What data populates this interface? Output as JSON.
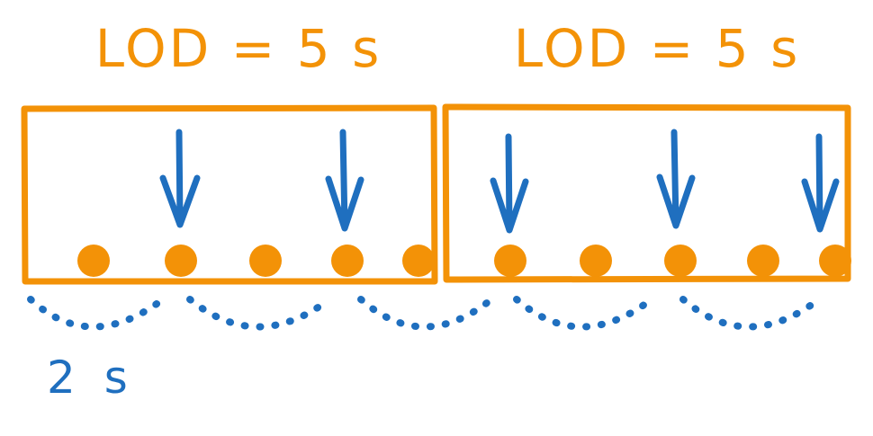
{
  "colors": {
    "window": "#f39207",
    "sample": "#f39207",
    "arrow": "#1f6fbf",
    "interval": "#1f6fbf",
    "background": "#ffffff"
  },
  "windows": [
    {
      "label": "LOD = 5 s"
    },
    {
      "label": "LOD = 5 s"
    }
  ],
  "interval": {
    "label": "2 s"
  },
  "sample_count": 10,
  "arrow_count": 5,
  "interval_arc_count": 5
}
